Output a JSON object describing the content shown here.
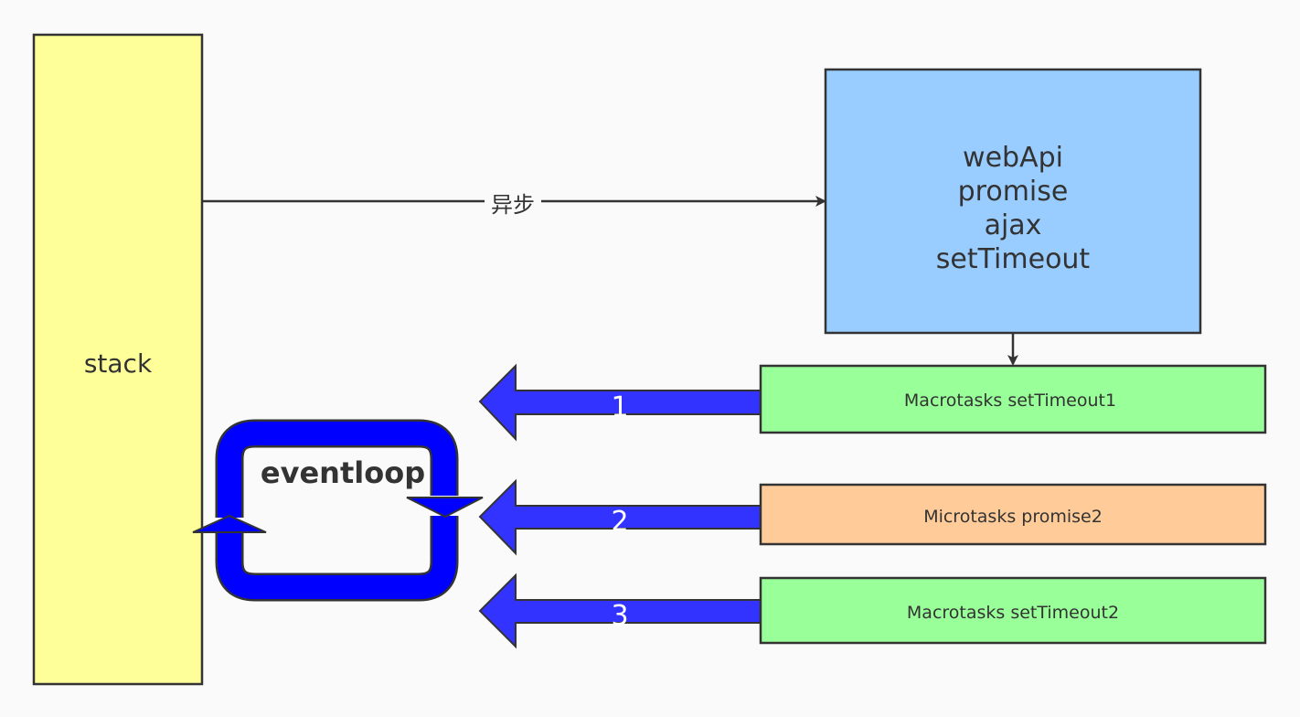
{
  "stack": {
    "label": "stack",
    "color": "#ffff99"
  },
  "connector": {
    "label": "异步"
  },
  "webapi": {
    "lines": [
      "webApi",
      "promise",
      "ajax",
      "setTimeout"
    ],
    "color": "#99ccff"
  },
  "tasks": [
    {
      "label": "Macrotasks setTimeout1",
      "order": "1",
      "color": "#99ff99"
    },
    {
      "label": "Microtasks promise2",
      "order": "2",
      "color": "#ffcc99"
    },
    {
      "label": "Macrotasks setTimeout2",
      "order": "3",
      "color": "#99ff99"
    }
  ],
  "eventloop": {
    "label": "eventloop",
    "color": "#0000ff"
  },
  "arrow_color": "#3333ff",
  "border_color": "#333333"
}
